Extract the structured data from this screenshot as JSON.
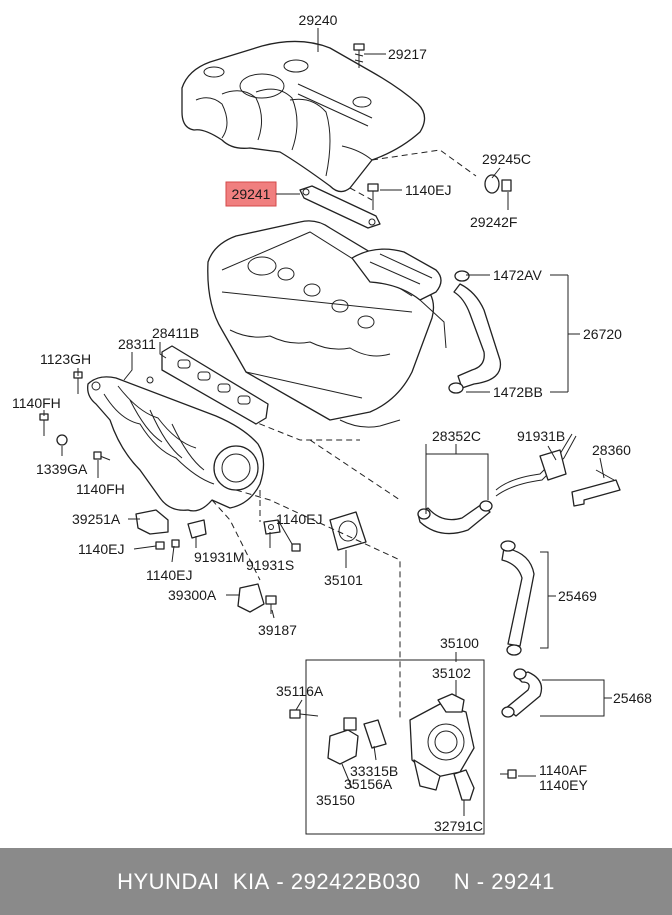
{
  "labels": {
    "p29240": "29240",
    "p29217": "29217",
    "p29245C": "29245C",
    "p29241": "29241",
    "p1140EJ_top": "1140EJ",
    "p29242F": "29242F",
    "p1472AV": "1472AV",
    "p26720": "26720",
    "p1472BB": "1472BB",
    "p28411B": "28411B",
    "p1123GH": "1123GH",
    "p28311": "28311",
    "p1140FH_a": "1140FH",
    "p1339GA": "1339GA",
    "p1140FH_b": "1140FH",
    "p28352C": "28352C",
    "p91931B": "91931B",
    "p28360": "28360",
    "p39251A": "39251A",
    "p1140EJ_a": "1140EJ",
    "p1140EJ_b": "1140EJ",
    "p1140EJ_c": "1140EJ",
    "p91931M": "91931M",
    "p91931S": "91931S",
    "p35101": "35101",
    "p25469": "25469",
    "p39300A": "39300A",
    "p39187": "39187",
    "p35100": "35100",
    "p35102": "35102",
    "p25468": "25468",
    "p35116A": "35116A",
    "p33315B": "33315B",
    "p35156A": "35156A",
    "p35150": "35150",
    "p1140AF": "1140AF",
    "p1140EY": "1140EY",
    "p32791C": "32791C"
  },
  "highlight_color": "#f07f7f",
  "footer": {
    "brand": "HYUNDAI  KIA",
    "sep1": " - ",
    "part_number": "292422B030",
    "gap": "     ",
    "n_label": "N",
    "sep2": " - ",
    "ref_number": "29241"
  }
}
